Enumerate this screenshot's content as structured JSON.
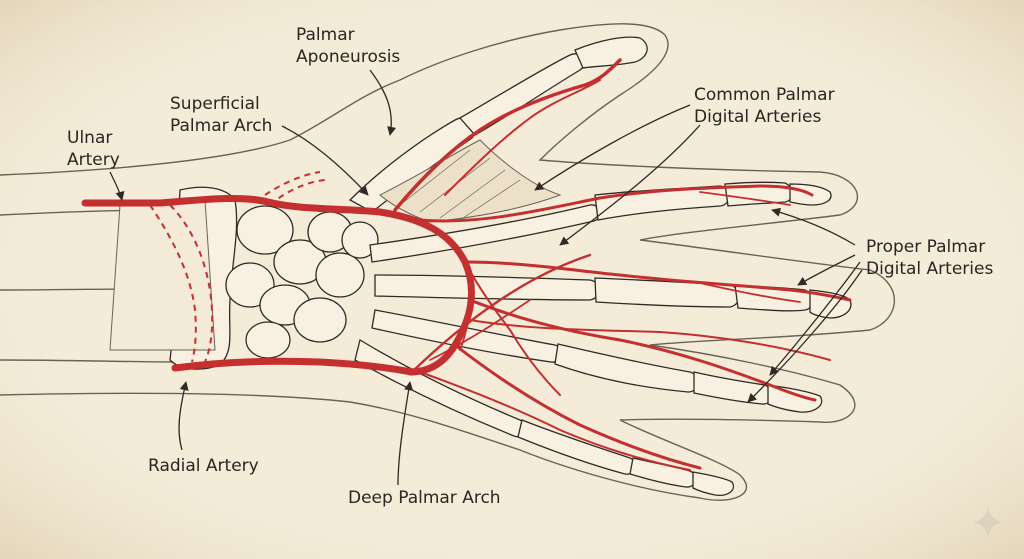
{
  "colors": {
    "paper": "#f4ecd9",
    "artery": "#c42f2f",
    "artery_dark": "#8e1a1a",
    "bone": "#f8f1e2",
    "ink": "#2f2a24",
    "sketch": "#6b6257"
  },
  "labels": {
    "ulnar_artery": [
      "Ulnar",
      "Artery"
    ],
    "superficial_palmar_arch": [
      "Superficial",
      "Palmar Arch"
    ],
    "palmar_aponeurosis": [
      "Palmar",
      "Aponeurosis"
    ],
    "common_palmar_digital_arteries": [
      "Common Palmar",
      "Digital Arteries"
    ],
    "proper_palmar_digital_arteries": [
      "Proper Palmar",
      "Digital Arteries"
    ],
    "radial_artery": "Radial Artery",
    "deep_palmar_arch": "Deep Palmar Arch"
  },
  "icons": {
    "watermark": "sparkle-icon"
  }
}
